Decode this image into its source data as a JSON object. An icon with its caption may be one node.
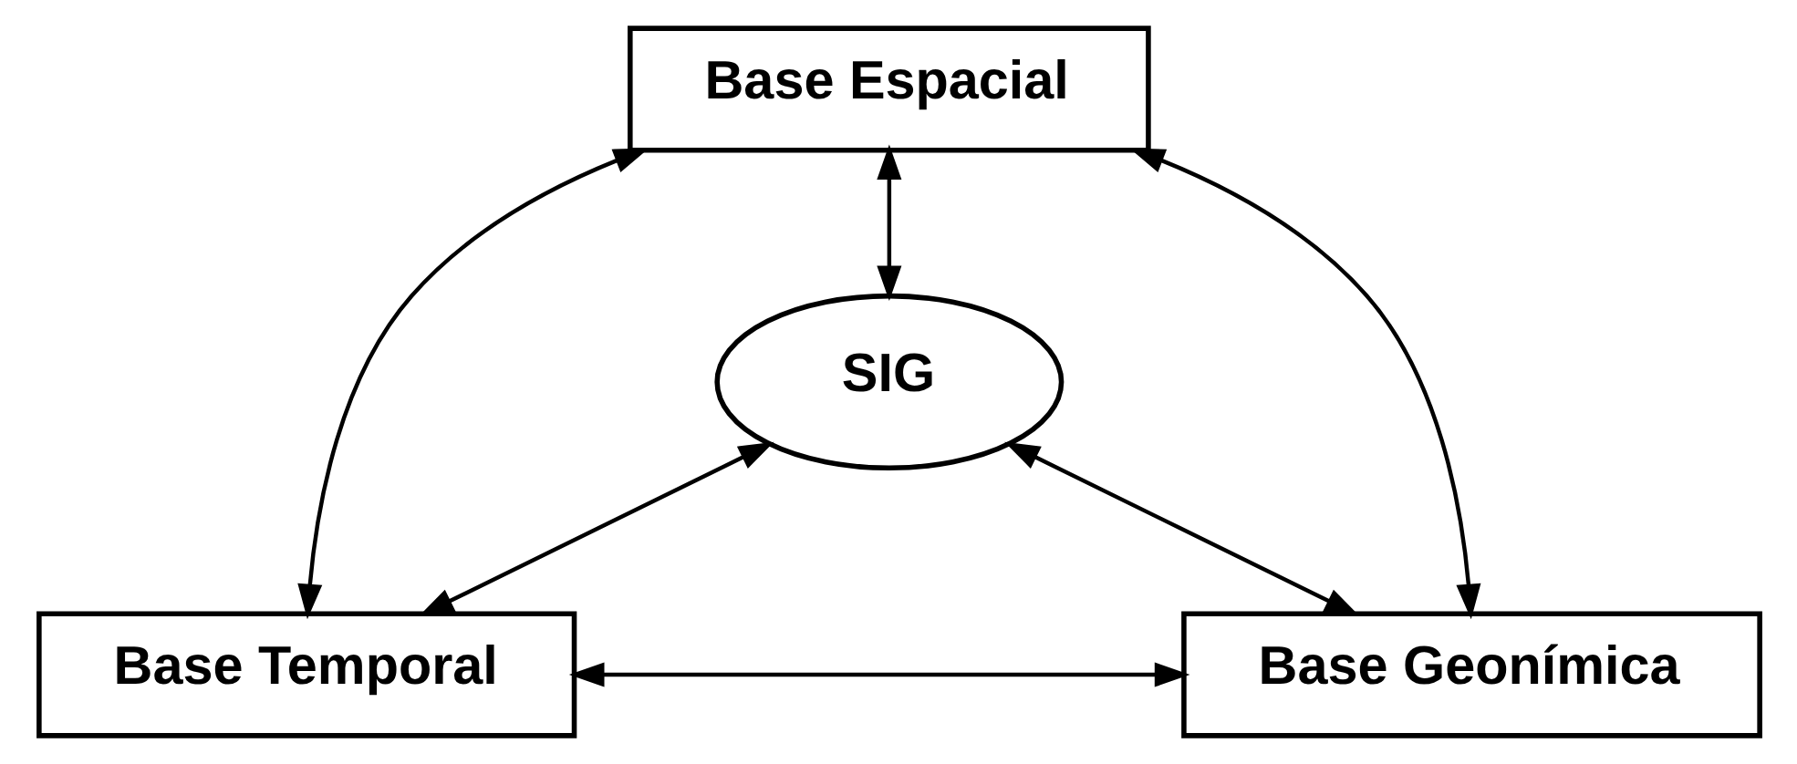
{
  "diagram": {
    "nodes": [
      {
        "text": [
          "Base Espacial"
        ]
      },
      {
        "text": [
          "SIG"
        ]
      },
      {
        "text": [
          "Base Temporal"
        ]
      },
      {
        "text": [
          "Base Geonímica"
        ]
      }
    ],
    "edges": [
      {
        "from": 0,
        "to": 2,
        "arrow": "both"
      },
      {
        "from": 0,
        "to": 3,
        "arrow": "both"
      },
      {
        "from": 0,
        "to": 1,
        "arrow": "both"
      },
      {
        "from": 1,
        "to": 2,
        "arrow": "both"
      },
      {
        "from": 1,
        "to": 3,
        "arrow": "both"
      },
      {
        "from": 2,
        "to": 3,
        "arrow": "both"
      }
    ]
  }
}
